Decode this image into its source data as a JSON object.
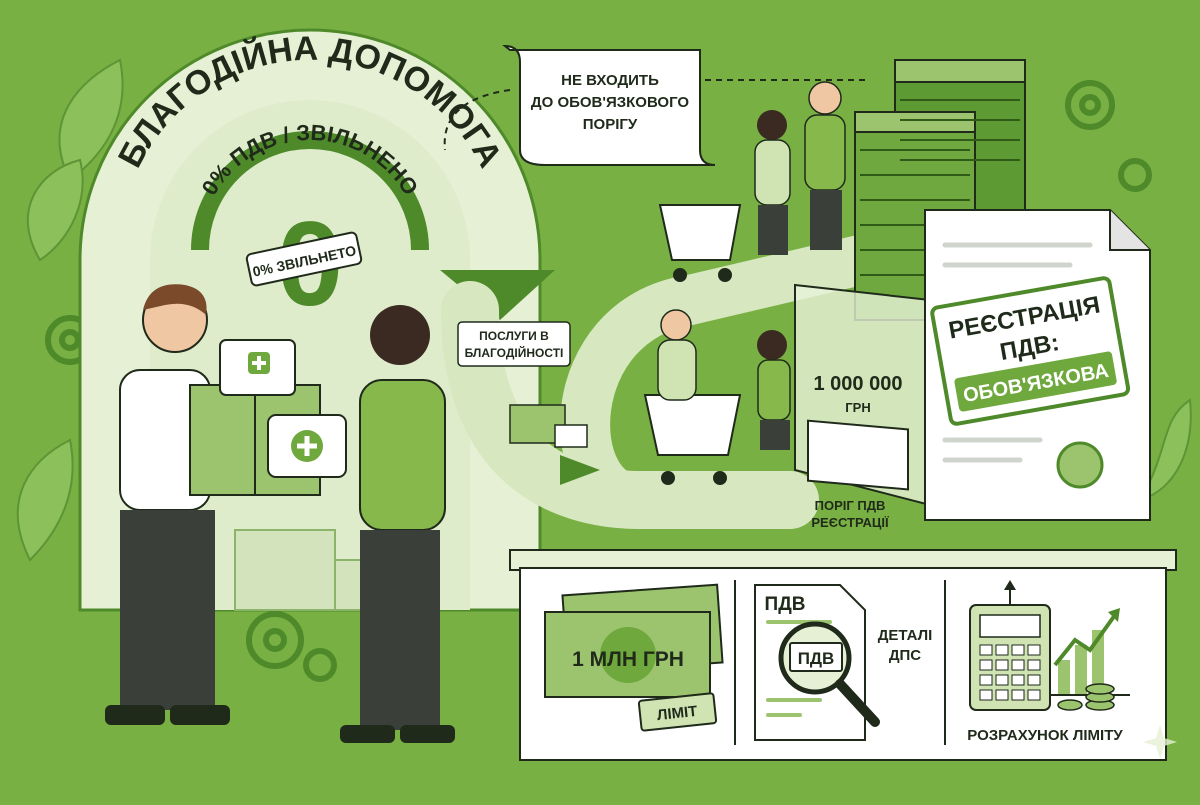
{
  "arch": {
    "title": "БЛАГОДІЙНА ДОПОМОГА",
    "subtitle": "0% ПДВ / ЗВІЛЬНЕНО",
    "big_number": "0",
    "badge": "0% ЗВІЛЬНЕТО"
  },
  "callout": {
    "line1": "НЕ ВХОДИТЬ",
    "line2": "ДО ОБОВ'ЯЗКОВОГО",
    "line3": "ПОРІГУ"
  },
  "flow": {
    "services_line1": "ПОСЛУГИ В",
    "services_line2": "БЛАГОДІЙНОСТІ",
    "threshold_line1": "ПОРІГ ПДВ",
    "threshold_line2": "РЕЄСТРАЦІЇ"
  },
  "threshold_sign": {
    "amount": "1 000 000",
    "currency": "ГРН"
  },
  "registration_doc": {
    "line1": "РЕЄСТРАЦІЯ",
    "line2": "ПДВ:",
    "line3": "ОБОВ'ЯЗКОВА"
  },
  "bottom_panel": {
    "limit_amount": "1 МЛН ГРН",
    "limit_tag": "ЛІМІТ",
    "vat_heading": "ПДВ",
    "vat_magnifier": "ПДВ",
    "tax_details_line1": "ДЕТАЛІ",
    "tax_details_line2": "ДПС",
    "calc_caption": "РОЗРАХУНОК ЛІМІТУ"
  },
  "colors": {
    "background": "#78b043",
    "arch": "#e6f0d4",
    "dark_green": "#4e8a2a",
    "ink": "#1f2a1a",
    "paper": "#ffffff"
  }
}
